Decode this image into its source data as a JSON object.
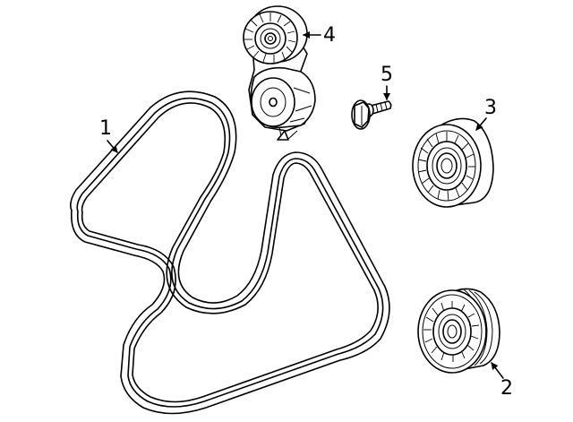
{
  "diagram": {
    "callouts": {
      "belt": "1",
      "idler_pulley_grooved": "2",
      "idler_pulley_smooth": "3",
      "tensioner": "4",
      "bolt": "5"
    }
  }
}
